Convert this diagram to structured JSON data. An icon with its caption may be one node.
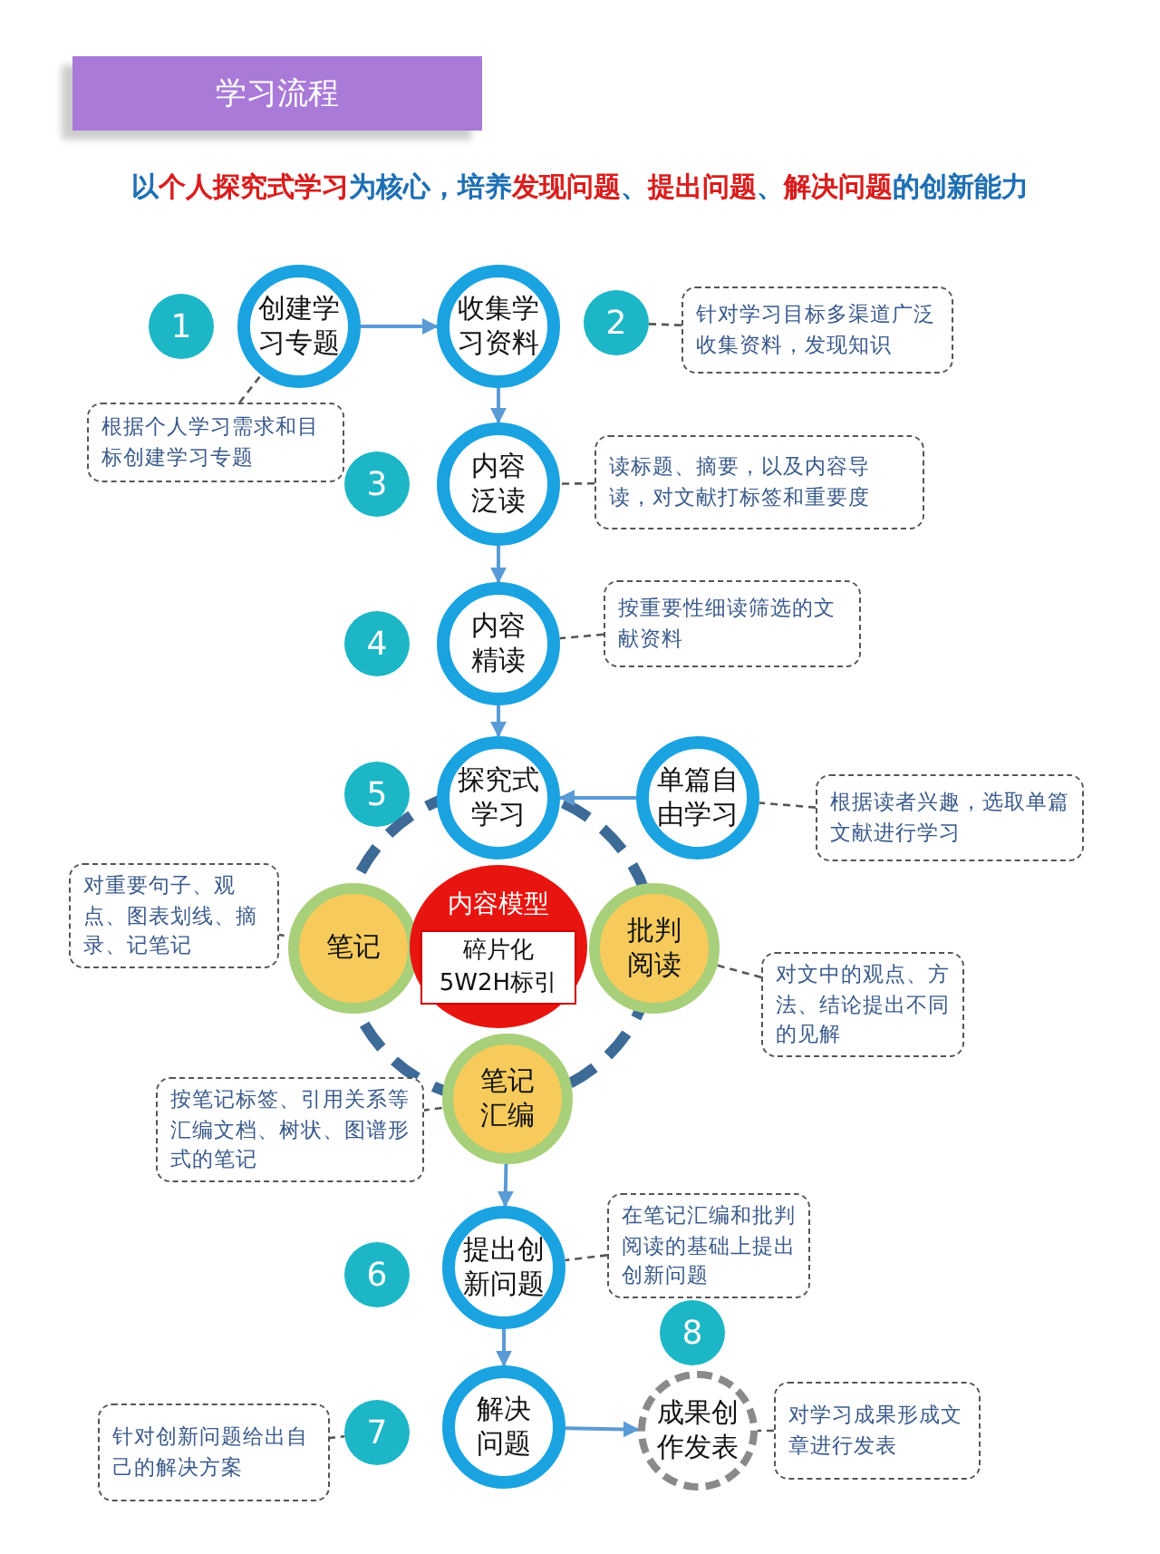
{
  "diagram": {
    "title": "学习流程",
    "nodes": [
      {
        "text": [
          "创建学习专题"
        ]
      },
      {
        "text": [
          "1"
        ]
      },
      {
        "text": [
          "收集学习资料"
        ]
      },
      {
        "text": [
          "2"
        ]
      },
      {
        "text": [
          "针对学习目标多渠道广泛收集资料，发现知识"
        ]
      },
      {
        "text": [
          "根据个人学习需求和目标创建学习专题"
        ]
      },
      {
        "text": [
          "3"
        ]
      },
      {
        "text": [
          "内容泛读"
        ]
      },
      {
        "text": [
          "读标题、摘要，以及内容导读，对文献打标签和重要度"
        ]
      },
      {
        "text": [
          "4"
        ]
      },
      {
        "text": [
          "内容精读"
        ]
      },
      {
        "text": [
          "按重要性细读筛选的文献资料"
        ]
      },
      {
        "text": [
          "5"
        ]
      },
      {
        "text": [
          "探究式学习"
        ]
      },
      {
        "text": [
          "单篇自由学习"
        ]
      },
      {
        "text": [
          "根据读者兴趣，选取单篇文献进行学习"
        ]
      },
      {
        "text": [
          "对重要句子、观点、图表划线、摘录、记笔记"
        ]
      },
      {
        "text": [
          "笔记"
        ]
      },
      {
        "text": [
          "内容模型",
          "碎片化 5W2H标引"
        ]
      },
      {
        "text": [
          "批判阅读"
        ]
      },
      {
        "text": [
          "对文中的观点、方法、结论提出不同的见解"
        ]
      },
      {
        "text": [
          "按笔记标签、引用关系等汇编文档、树状、图谱形式的笔记"
        ]
      },
      {
        "text": [
          "笔记汇编"
        ]
      },
      {
        "text": [
          "6"
        ]
      },
      {
        "text": [
          "提出创新问题"
        ]
      },
      {
        "text": [
          "在笔记汇编和批判阅读的基础上提出创新问题"
        ]
      },
      {
        "text": [
          "8"
        ]
      },
      {
        "text": [
          "针对创新问题给出自己的解决方案"
        ]
      },
      {
        "text": [
          "7"
        ]
      },
      {
        "text": [
          "解决问题"
        ]
      },
      {
        "text": [
          "成果创作发表"
        ]
      },
      {
        "text": [
          "对学习成果形成文章进行发表"
        ]
      }
    ],
    "edges": [
      {
        "from": 0,
        "to": 2,
        "arrow": "to",
        "color": "#5b9bd5"
      },
      {
        "from": 2,
        "to": 7,
        "arrow": "to",
        "color": "#5b9bd5"
      },
      {
        "from": 7,
        "to": 10,
        "arrow": "to",
        "color": "#5b9bd5"
      },
      {
        "from": 10,
        "to": 13,
        "arrow": "to",
        "color": "#5b9bd5"
      },
      {
        "from": 14,
        "to": 13,
        "arrow": "to",
        "color": "#5b9bd5"
      },
      {
        "from": 22,
        "to": 24,
        "arrow": "to",
        "color": "#5b9bd5"
      },
      {
        "from": 24,
        "to": 29,
        "arrow": "to",
        "color": "#5b9bd5"
      },
      {
        "from": 29,
        "to": 30,
        "arrow": "to",
        "color": "#5b9bd5"
      },
      {
        "from": 4,
        "to": 3,
        "arrow": "none",
        "style": "dashed"
      },
      {
        "from": 5,
        "to": 0,
        "arrow": "none",
        "style": "dashed"
      },
      {
        "from": 8,
        "to": 7,
        "arrow": "none",
        "style": "dashed"
      },
      {
        "from": 11,
        "to": 10,
        "arrow": "none",
        "style": "dashed"
      },
      {
        "from": 15,
        "to": 14,
        "arrow": "none",
        "style": "dashed"
      },
      {
        "from": 16,
        "to": 17,
        "arrow": "none",
        "style": "dashed"
      },
      {
        "from": 20,
        "to": 19,
        "arrow": "none",
        "style": "dashed"
      },
      {
        "from": 21,
        "to": 22,
        "arrow": "none",
        "style": "dashed"
      },
      {
        "from": 25,
        "to": 24,
        "arrow": "none",
        "style": "dashed"
      },
      {
        "from": 27,
        "to": 28,
        "arrow": "none",
        "style": "dashed"
      },
      {
        "from": 31,
        "to": 30,
        "arrow": "none",
        "style": "dashed"
      }
    ],
    "labels": [
      "以**个人探究式学习**为核心，培养**发现问题**、**提出问题**、**解决问题**的创新能力"
    ]
  }
}
